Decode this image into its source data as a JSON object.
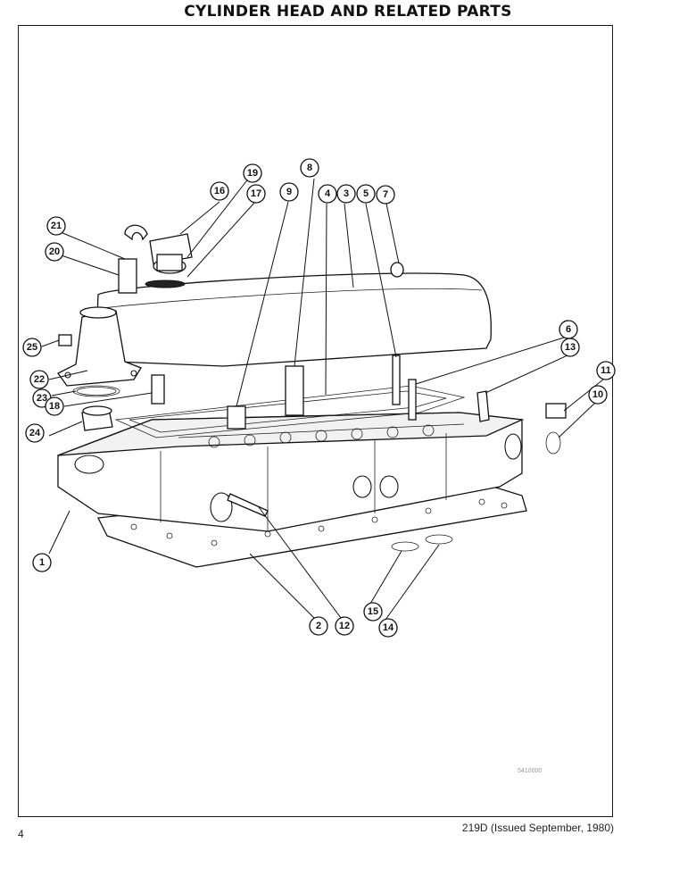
{
  "page": {
    "title": "CYLINDER HEAD AND RELATED PARTS",
    "page_number": "4",
    "issue_note": "219D (Issued September, 1980)",
    "ref_code": "5410000"
  },
  "callouts": {
    "c1": "1",
    "c2": "2",
    "c3": "3",
    "c4": "4",
    "c5": "5",
    "c6": "6",
    "c7": "7",
    "c8": "8",
    "c9": "9",
    "c10": "10",
    "c11": "11",
    "c12": "12",
    "c13": "13",
    "c14": "14",
    "c15": "15",
    "c16": "16",
    "c17": "17",
    "c18": "18",
    "c19": "19",
    "c20": "20",
    "c21": "21",
    "c22": "22",
    "c23": "23",
    "c24": "24",
    "c25": "25"
  },
  "colors": {
    "ink": "#111111",
    "paper": "#ffffff"
  }
}
